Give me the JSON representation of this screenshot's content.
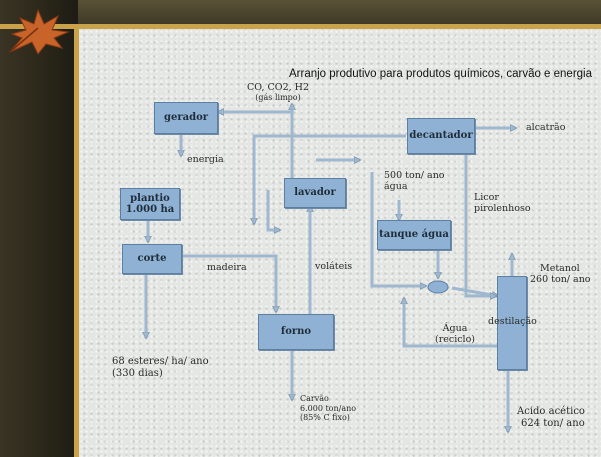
{
  "title": "Arranjo produtivo para produtos químicos, carvão e energia",
  "boxes": {
    "gerador": "gerador",
    "decantador": "decantador",
    "plantio": "plantio 1.000 ha",
    "lavador": "lavador",
    "tanque_agua": "tanque água",
    "corte": "corte",
    "forno": "forno",
    "destilacao": ""
  },
  "labels": {
    "destilacao": "destilação",
    "gases_line1": "CO, CO2, H2",
    "gases_line2": "(gás limpo)",
    "energia": "energia",
    "alcatrao": "alcatrão",
    "agua_in_line1": "500 ton/ ano",
    "agua_in_line2": "água",
    "licor_line1": "Licor",
    "licor_line2": "pirolenhoso",
    "madeira": "madeira",
    "volateis": "voláteis",
    "metanol_line1": "Metanol",
    "metanol_line2": "260 ton/ ano",
    "reciclo_line1": "Água",
    "reciclo_line2": "(reciclo)",
    "esteres_line1": "68 esteres/ ha/ ano",
    "esteres_line2": "(330 dias)",
    "carvao_line1": "Carvão",
    "carvao_line2": "6.000 ton/ano",
    "carvao_line3": "(85% C fixo)",
    "acido_line1": "Acido acético",
    "acido_line2": "624 ton/ ano"
  },
  "colors": {
    "box_fill": "#8fb2d4",
    "arrow": "#9fb8cf",
    "frame_gold": "#c9a24a",
    "sidebar_dark": "#2a2619"
  }
}
